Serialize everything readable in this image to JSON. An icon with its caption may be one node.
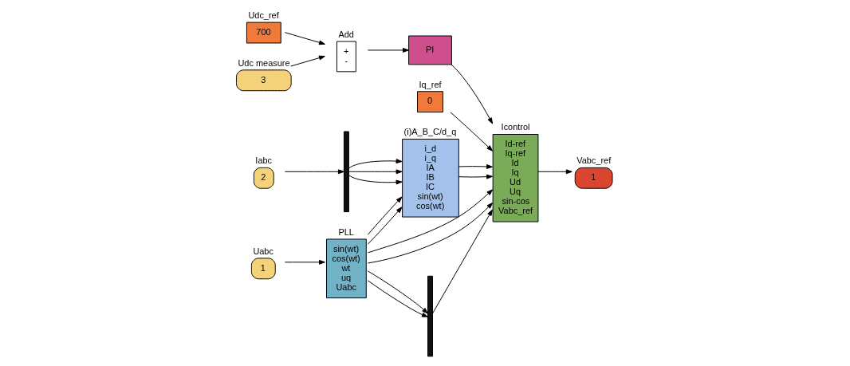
{
  "diagram": {
    "nodes": [
      {
        "text": [
          "700"
        ],
        "beside": [
          "Udc_ref"
        ]
      },
      {
        "text": [
          "3"
        ],
        "beside": [
          "Udc measure"
        ]
      },
      {
        "text": [
          "+",
          "-"
        ],
        "beside": [
          "Add"
        ]
      },
      {
        "text": [
          "PI"
        ]
      },
      {
        "text": [
          "Id-ref",
          "Iq-ref",
          "Id",
          "Iq",
          "Ud",
          "Uq",
          "sin-cos",
          "Vabc_ref"
        ],
        "beside": [
          "Icontrol"
        ]
      },
      {
        "text": [
          "0"
        ],
        "beside": [
          "Iq_ref"
        ]
      },
      {
        "text": [
          "1"
        ],
        "beside": [
          "Vabc_ref"
        ]
      },
      {
        "text": [
          "i_d",
          "i_q",
          "IA",
          "IB",
          "IC",
          "sin(wt)",
          "cos(wt)"
        ],
        "beside": [
          "(i)A_B_C/d_q"
        ]
      },
      {
        "text": [],
        "shape": "bar"
      },
      {
        "text": [
          "2"
        ],
        "beside": [
          "Iabc"
        ]
      },
      {
        "text": [
          "sin(wt)",
          "cos(wt)",
          "wt",
          "uq",
          "Uabc"
        ],
        "beside": [
          "PLL"
        ]
      },
      {
        "text": [
          "1"
        ],
        "beside": [
          "Uabc"
        ]
      },
      {
        "text": [],
        "shape": "bar"
      }
    ],
    "edges": [
      {
        "from": 0,
        "to": 2,
        "arrow": "to"
      },
      {
        "from": 1,
        "to": 2,
        "arrow": "to"
      },
      {
        "from": 2,
        "to": 3,
        "arrow": "to"
      },
      {
        "from": 3,
        "to": 4,
        "arrow": "to"
      },
      {
        "from": 5,
        "to": 4,
        "arrow": "to"
      },
      {
        "from": 7,
        "to": 4,
        "arrow": "to"
      },
      {
        "from": 7,
        "to": 4,
        "arrow": "to"
      },
      {
        "from": 4,
        "to": 6,
        "arrow": "to"
      },
      {
        "from": 9,
        "to": 8,
        "arrow": "to"
      },
      {
        "from": 8,
        "to": 7,
        "arrow": "to"
      },
      {
        "from": 8,
        "to": 7,
        "arrow": "to"
      },
      {
        "from": 8,
        "to": 7,
        "arrow": "to"
      },
      {
        "from": 10,
        "to": 7,
        "arrow": "to"
      },
      {
        "from": 10,
        "to": 7,
        "arrow": "to"
      },
      {
        "from": 10,
        "to": 4,
        "arrow": "to"
      },
      {
        "from": 10,
        "to": 4,
        "arrow": "to"
      },
      {
        "from": 10,
        "to": 12,
        "arrow": "to"
      },
      {
        "from": 10,
        "to": 12,
        "arrow": "to"
      },
      {
        "from": 12,
        "to": 4,
        "arrow": "to"
      },
      {
        "from": 11,
        "to": 10,
        "arrow": "to"
      }
    ]
  }
}
